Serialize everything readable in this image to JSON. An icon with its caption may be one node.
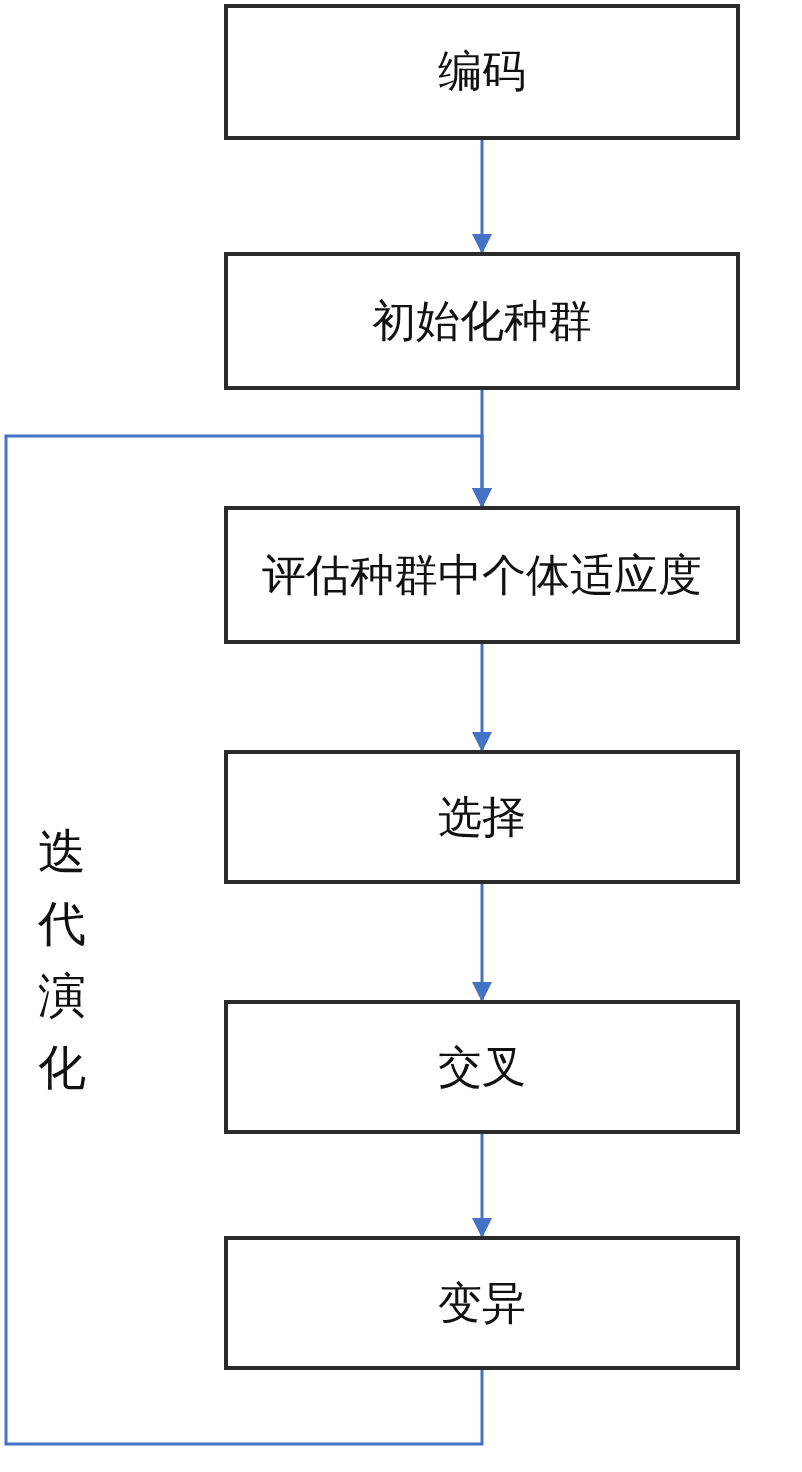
{
  "diagram": {
    "nodes": [
      {
        "text": [
          "编码"
        ]
      },
      {
        "text": [
          "初始化种群"
        ]
      },
      {
        "text": [
          "评估种群中个体适应度"
        ]
      },
      {
        "text": [
          "选择"
        ]
      },
      {
        "text": [
          "交叉"
        ]
      },
      {
        "text": [
          "变异"
        ]
      }
    ],
    "edges": [
      {
        "from": 0,
        "to": 1,
        "arrow": "to"
      },
      {
        "from": 1,
        "to": 2,
        "arrow": "to"
      },
      {
        "from": 2,
        "to": 3,
        "arrow": "to"
      },
      {
        "from": 3,
        "to": 4,
        "arrow": "to"
      },
      {
        "from": 4,
        "to": 5,
        "arrow": "to"
      },
      {
        "from": 5,
        "to": 2,
        "arrow": "to"
      }
    ],
    "labels": [
      "迭代演化"
    ]
  }
}
